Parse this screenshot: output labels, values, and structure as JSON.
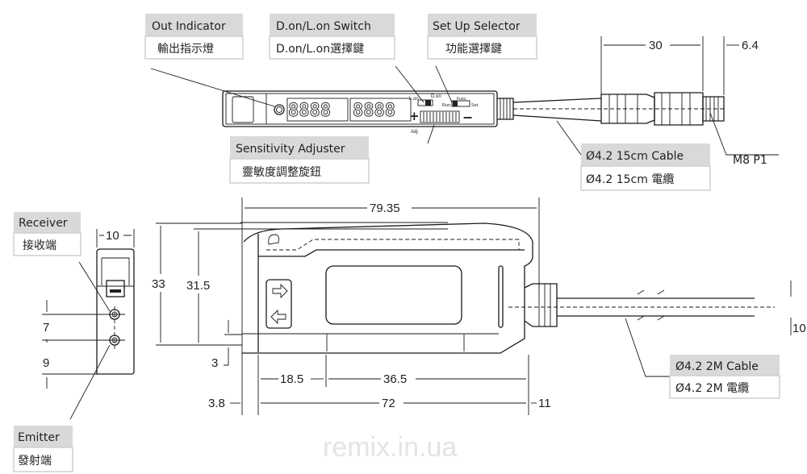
{
  "labels": {
    "out_indicator": {
      "en": "Out Indicator",
      "zh": "輸出指示燈"
    },
    "switch": {
      "en": "D.on/L.on Switch",
      "zh": "D.on/L.on選擇鍵"
    },
    "selector": {
      "en": "Set Up Selector",
      "zh": "功能選擇鍵"
    },
    "sensitivity": {
      "en": "Sensitivity Adjuster",
      "zh": "靈敏度調整旋鈕"
    },
    "cable_15cm": {
      "en": "Ø4.2 15cm Cable",
      "zh": "Ø4.2 15cm 電纜"
    },
    "cable_2m": {
      "en": "Ø4.2 2M Cable",
      "zh": "Ø4.2 2M 電纜"
    },
    "receiver": {
      "en": "Receiver",
      "zh": "接收端"
    },
    "emitter": {
      "en": "Emitter",
      "zh": "發射端"
    },
    "connector": "M8 P1"
  },
  "panel": {
    "display_left": "8888",
    "display_right": "8888",
    "lon": "L.on",
    "don": "D.on",
    "run": "Run.",
    "set": "Set.",
    "func": "Func.",
    "adj": "Adj",
    "plus": "+",
    "minus": "−"
  },
  "dimensions": {
    "connector_len": "30",
    "connector_tip": "6.4",
    "overall_len": "79.35",
    "front_width": "10",
    "height_total": "33",
    "height_body": "31.5",
    "hole_spacing": "7",
    "hole_bottom": "9",
    "rail_offset": "3",
    "rail_a": "18.5",
    "rail_b": "36.5",
    "nose": "3.8",
    "body_len": "72",
    "cable_boot": "11",
    "cable_height": "10"
  },
  "watermark": "remix.in.ua"
}
